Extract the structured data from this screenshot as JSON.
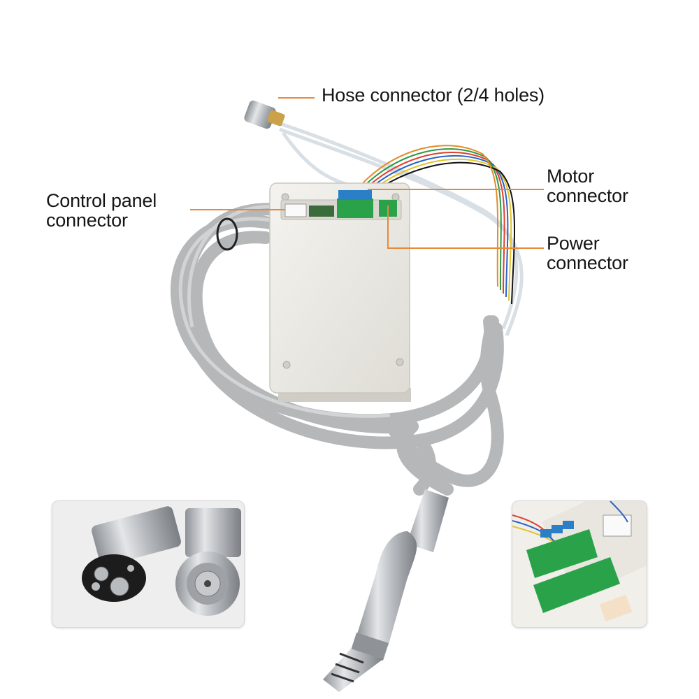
{
  "callouts": {
    "hose": {
      "text": "Hose connector (2/4 holes)"
    },
    "control_panel": {
      "line1": "Control panel",
      "line2": "connector"
    },
    "motor": {
      "line1": "Motor",
      "line2": "connector"
    },
    "power": {
      "line1": "Power",
      "line2": "connector"
    }
  },
  "colors": {
    "callout_line": "#e8893a",
    "cable": "#b7b9bb",
    "box": "#ecebe6",
    "terminal_blue": "#2b7fc7",
    "terminal_green": "#2aa24a",
    "steel": "#a9adb1"
  }
}
